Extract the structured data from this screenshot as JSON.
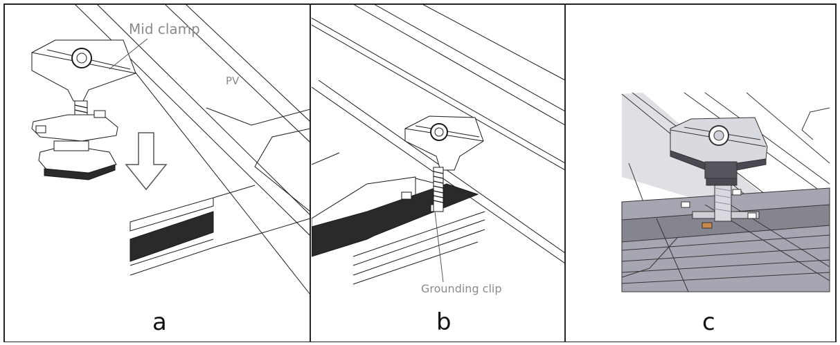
{
  "panels": [
    {
      "letter": "a",
      "callouts": [
        "Mid clamp",
        "PV"
      ]
    },
    {
      "letter": "b",
      "callouts": [
        "Grounding clip"
      ]
    },
    {
      "letter": "c",
      "callouts": []
    }
  ],
  "colors": {
    "line": "#1a1a1a",
    "label": "#8a8a8a",
    "render_steel": "#9a9aa8",
    "render_dark": "#4a4a52"
  }
}
